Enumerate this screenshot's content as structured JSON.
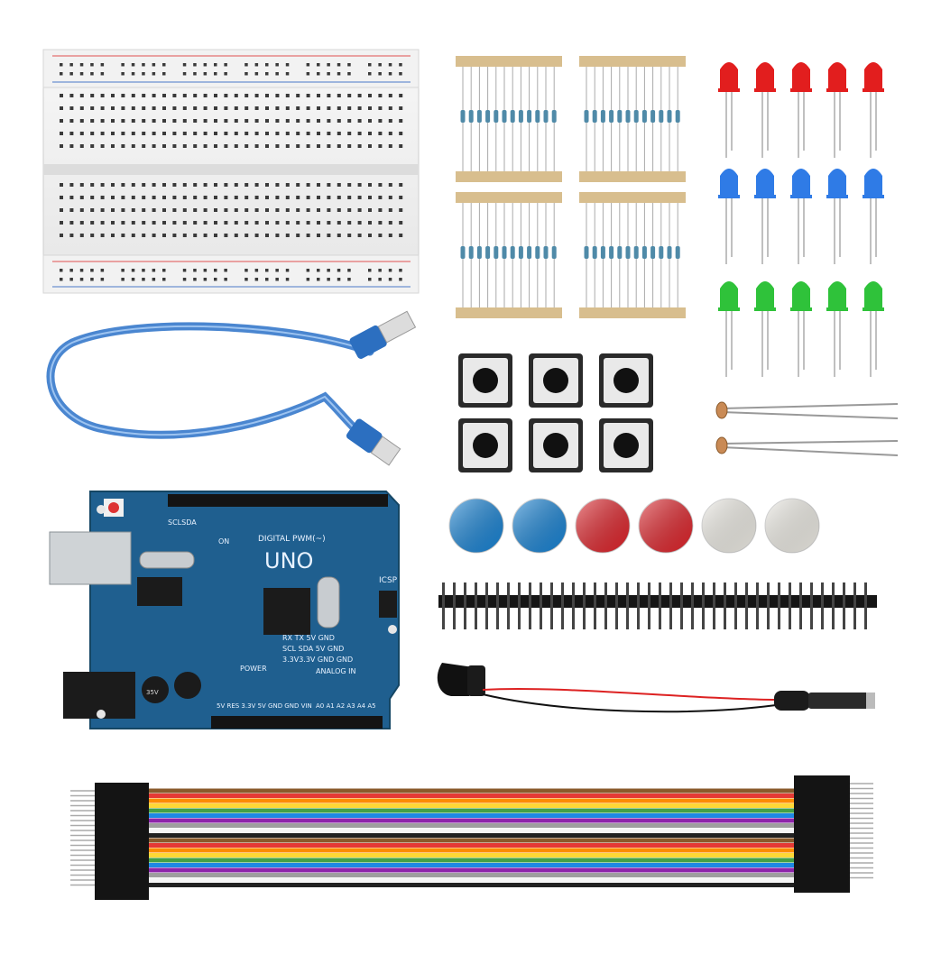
{
  "board": {
    "model_label": "UNO",
    "digital_label": "DIGITAL PWM(~)",
    "power_label": "POWER",
    "analog_label": "ANALOG IN",
    "icsp_label": "ICSP",
    "on_label": "ON",
    "header_label": "SCLSDA",
    "rx_tx_label": "RX  TX  5V  GND",
    "scl_sda_label": "SCL SDA 5V  GND",
    "v33_label": "3.3V3.3V GND GND",
    "power_pins": "5V  RES 3.3V 5V GND GND VIN",
    "analog_pins": "A0 A1 A2 A3 A4 A5",
    "cap_label": "35V"
  },
  "colors": {
    "board_blue": "#1f5f8f",
    "usb_cable": "#4a86d0",
    "led_red": "#e21e1e",
    "led_blue": "#2f7be6",
    "led_green": "#2fc23a",
    "cap_blue": "#1a86d8",
    "cap_red": "#e3262d",
    "cap_white": "#f3f1ea"
  },
  "wire_colors": [
    "#8a5a2b",
    "#e53935",
    "#fb8c00",
    "#fdd835",
    "#43a047",
    "#1e88e5",
    "#8e24aa",
    "#9e9e9e",
    "#f5f5f5",
    "#212121"
  ]
}
